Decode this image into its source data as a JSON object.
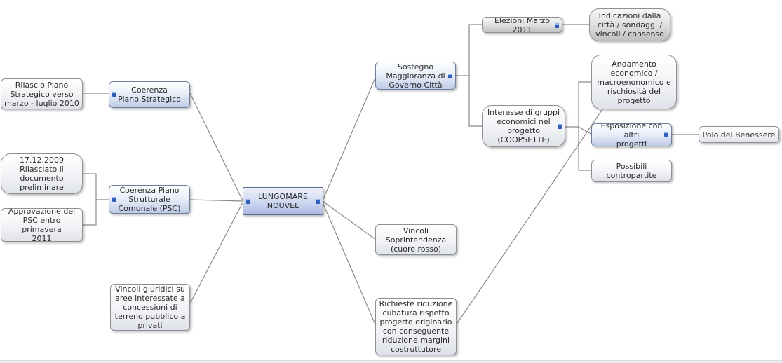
{
  "mindmap": {
    "central": "LUNGOMARE\nNOUVEL",
    "coerenza_piano_strategico": "Coerenza\nPiano Strategico",
    "rilascio_piano": "Rilascio Piano\nStrategico verso\nmarzo - luglio 2010",
    "coerenza_psc": "Coerenza Piano\nStrutturale\nComunale (PSC)",
    "documento_preliminare": "17.12.2009\nRilasciato il\ndocumento\npreliminare",
    "approvazione_psc": "Approvazione del\nPSC entro primavera\n2011",
    "vincoli_giuridici": "Vincoli giuridici su\naree interessate a\nconcessioni di\nterreno pubblico a\nprivati",
    "sostegno_maggioranza": "Sostegno\nMaggioranza di\nGoverno Città",
    "elezioni": "Elezioni Marzo 2011",
    "indicazioni": "Indicazioni dalla\ncittà / sondaggi /\nvincoli / consenso",
    "interesse_gruppi": "Interesse di gruppi\neconomici nel\nprogetto\n(COOPSETTE)",
    "andamento": "Andamento\neconomico /\nmacroenonomico e\nrischiosità del\nprogetto",
    "esposizione": "Esposizione con altri\nprogetti",
    "polo_benessere": "Polo del Benessere",
    "possibili_contropartite": "Possibili\ncontropartite",
    "vincoli_soprintendenza": "Vincoli\nSoprintendenza\n(cuore rosso)",
    "richieste_riduzione": "Richieste riduzione\ncubatura rispetto\nprogetto originario\ncon conseguente\nriduzione margini\ncostruttutore"
  },
  "colors": {
    "connector": "#8a8a8a",
    "node_border": "#8d9096",
    "note_icon": "#2f5dbb"
  }
}
